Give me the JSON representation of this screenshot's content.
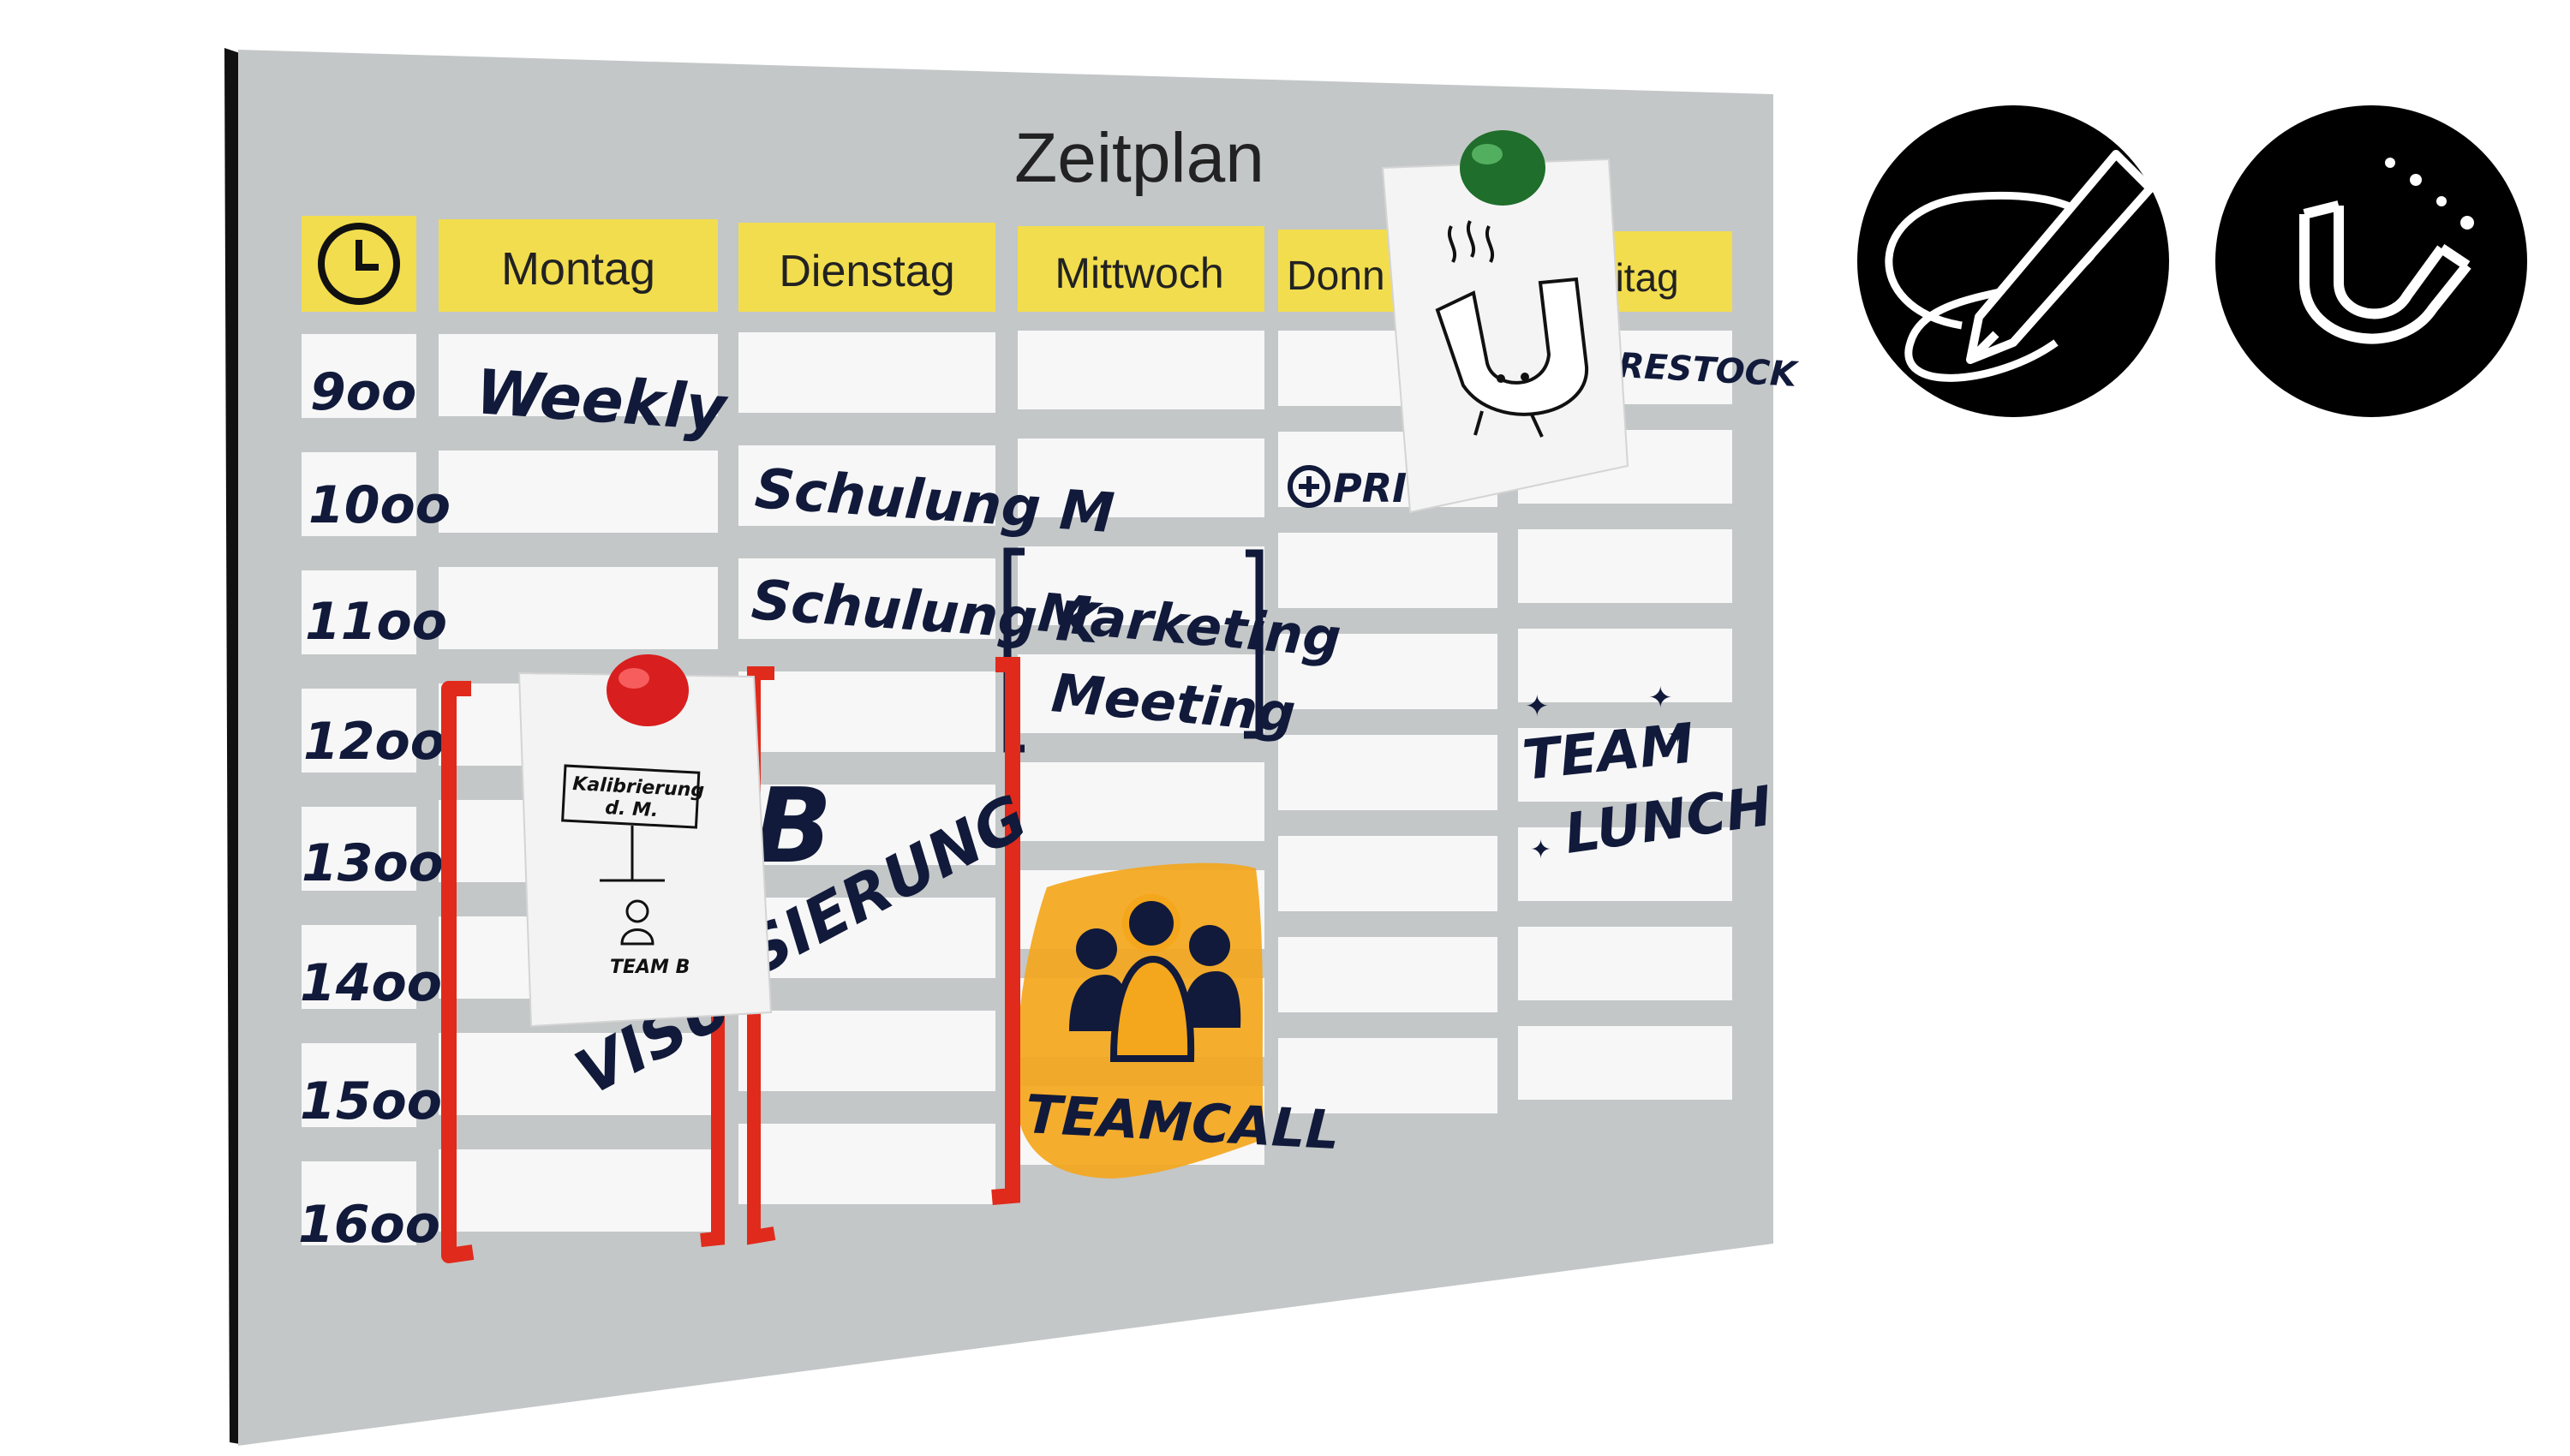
{
  "board": {
    "title": "Zeitplan",
    "clock_icon": "clock-icon",
    "days": [
      "Montag",
      "Dienstag",
      "Mittwoch",
      "Donn",
      "eitag"
    ],
    "times": [
      "9oo",
      "10oo",
      "11oo",
      "12oo",
      "13oo",
      "14oo",
      "15oo",
      "16oo"
    ],
    "colors": {
      "board": "#c3c7c8",
      "header": "#f2dd4e",
      "cell": "#f7f7f7",
      "ink": "#111a3a",
      "marker_red": "#e02a1c",
      "highlight_orange": "#f4a61c",
      "magnet_red": "#d81e1e",
      "magnet_green": "#1f6e2b"
    }
  },
  "entries": {
    "weekly": "Weekly",
    "schulung_m": "Schulung M",
    "schulung_k": "Schulung K",
    "marketing_line1": "Marketing",
    "marketing_line2": "Meeting",
    "restock": "RESTOCK",
    "pric": "PRIC",
    "team_lunch_line1": "TEAM",
    "team_lunch_line2": "LUNCH",
    "teamcall": "TEAMCALL",
    "visualisierung_big": "B",
    "visualisierung_line2": "SIERUNG",
    "visualisierung_line1": "VISU"
  },
  "notes": {
    "left_note": {
      "box_line1": "Kalibrierung",
      "box_line2": "d. M.",
      "team": "TEAM B"
    }
  },
  "feature_icons": [
    {
      "icon": "pencil-crossed-icon",
      "bg": "#000000"
    },
    {
      "icon": "magnet-icon",
      "bg": "#000000"
    }
  ]
}
